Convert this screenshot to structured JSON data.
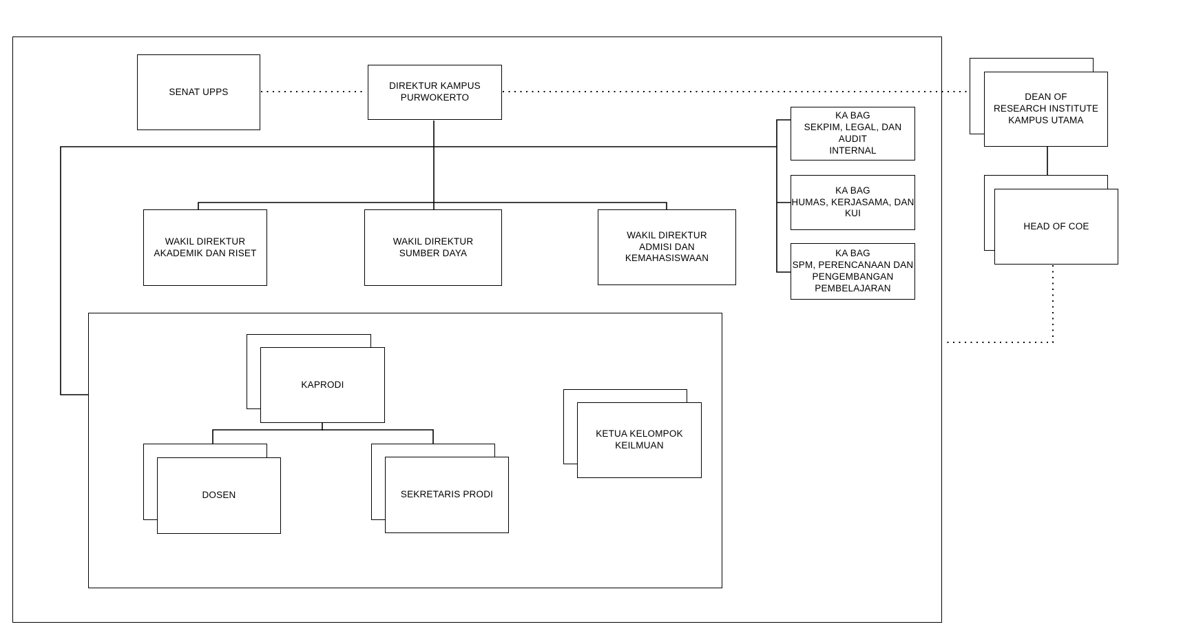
{
  "diagram": {
    "kind": "organizational-chart",
    "background_color": "#ffffff",
    "line_color": "#000000",
    "text_color": "#000000",
    "nodes": {
      "senat_upps": {
        "label": "SENAT UPPS",
        "stacked": false
      },
      "direktur_kampus": {
        "label": "DIREKTUR KAMPUS\nPURWOKERTO",
        "stacked": false
      },
      "dean_research": {
        "label": "DEAN OF\nRESEARCH INSTITUTE\nKAMPUS UTAMA",
        "stacked": true
      },
      "kabag_sekpim": {
        "label": "KA BAG\nSEKPIM, LEGAL, DAN AUDIT\nINTERNAL",
        "stacked": false
      },
      "kabag_humas": {
        "label": "KA BAG\nHUMAS, KERJASAMA, DAN\nKUI",
        "stacked": false
      },
      "kabag_spm": {
        "label": "KA BAG\nSPM, PERENCANAAN DAN\nPENGEMBANGAN\nPEMBELAJARAN",
        "stacked": false
      },
      "wadir_akademik": {
        "label": "WAKIL DIREKTUR\nAKADEMIK DAN RISET",
        "stacked": false
      },
      "wadir_sumber_daya": {
        "label": "WAKIL DIREKTUR\nSUMBER DAYA",
        "stacked": false
      },
      "wadir_admisi": {
        "label": "WAKIL DIREKTUR\nADMISI DAN KEMAHASISWAAN",
        "stacked": false
      },
      "head_of_coe": {
        "label": "HEAD OF COE",
        "stacked": true
      },
      "kaprodi": {
        "label": "KAPRODI",
        "stacked": true
      },
      "dosen": {
        "label": "DOSEN",
        "stacked": true
      },
      "sekretaris_prodi": {
        "label": "SEKRETARIS PRODI",
        "stacked": true
      },
      "ketua_kelompok": {
        "label": "KETUA KELOMPOK\nKEILMUAN",
        "stacked": true
      }
    },
    "edges": [
      {
        "from": "senat_upps",
        "to": "direktur_kampus",
        "style": "dotted"
      },
      {
        "from": "direktur_kampus",
        "to": "dean_research",
        "style": "dotted"
      },
      {
        "from": "direktur_kampus",
        "to": "wadir_akademik",
        "style": "solid"
      },
      {
        "from": "direktur_kampus",
        "to": "wadir_sumber_daya",
        "style": "solid"
      },
      {
        "from": "direktur_kampus",
        "to": "wadir_admisi",
        "style": "solid"
      },
      {
        "from": "direktur_kampus",
        "to": "kabag_sekpim",
        "style": "solid"
      },
      {
        "from": "direktur_kampus",
        "to": "kabag_humas",
        "style": "solid"
      },
      {
        "from": "direktur_kampus",
        "to": "kabag_spm",
        "style": "solid"
      },
      {
        "from": "direktur_kampus",
        "to": "prodi_boundary",
        "style": "solid"
      },
      {
        "from": "kaprodi",
        "to": "dosen",
        "style": "solid"
      },
      {
        "from": "kaprodi",
        "to": "sekretaris_prodi",
        "style": "solid"
      },
      {
        "from": "dean_research",
        "to": "head_of_coe",
        "style": "solid"
      },
      {
        "from": "head_of_coe",
        "to": "campus_boundary",
        "style": "dotted"
      }
    ]
  }
}
